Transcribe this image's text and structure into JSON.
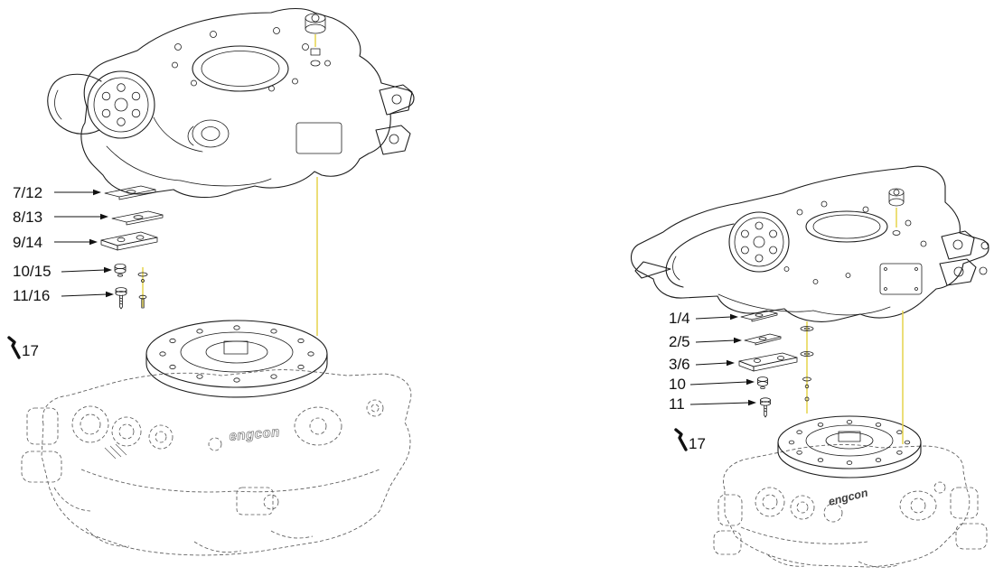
{
  "diagram": {
    "brand_logo": "engcon",
    "left_view": {
      "part_labels": [
        "7/12",
        "8/13",
        "9/14",
        "10/15",
        "11/16"
      ],
      "tool_label": "17"
    },
    "right_view": {
      "part_labels": [
        "1/4",
        "2/5",
        "3/6",
        "10",
        "11"
      ],
      "tool_label": "17"
    },
    "colors": {
      "solid_line": "#1c1c1c",
      "hidden_line": "#5a5a5a",
      "leader_line": "#e6d44b",
      "background": "#ffffff"
    }
  }
}
